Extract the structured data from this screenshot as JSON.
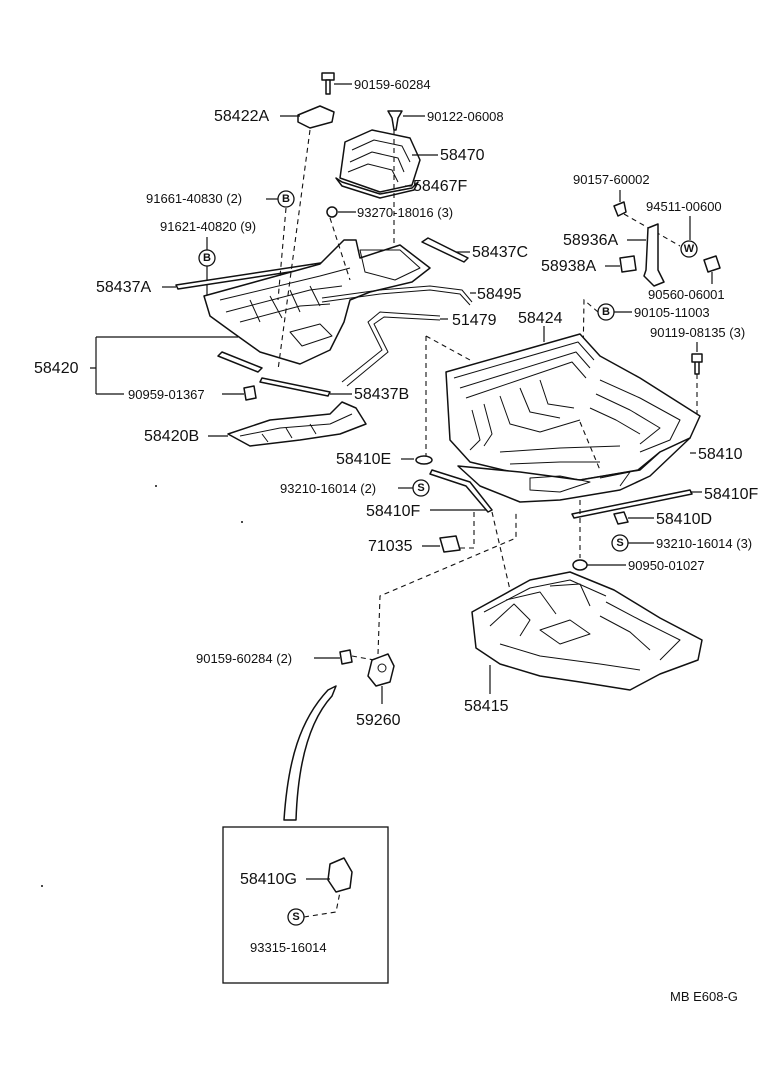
{
  "labels": {
    "p90159_60284": "90159-60284",
    "p58422A": "58422A",
    "p90122_06008": "90122-06008",
    "p58470": "58470",
    "p58467F": "58467F",
    "p91661_40830": "91661-40830 (2)",
    "p93270_18016": "93270-18016 (3)",
    "p91621_40820": "91621-40820 (9)",
    "p58437C": "58437C",
    "p58437A": "58437A",
    "p58495": "58495",
    "p51479": "51479",
    "p58420": "58420",
    "p90959_01367": "90959-01367",
    "p58437B": "58437B",
    "p58420B": "58420B",
    "p90157_60002": "90157-60002",
    "p94511_00600": "94511-00600",
    "p58936A": "58936A",
    "p58938A": "58938A",
    "p90560_06001": "90560-06001",
    "p90105_11003": "90105-11003",
    "p58424": "58424",
    "p90119_08135": "90119-08135 (3)",
    "p58410": "58410",
    "p58410E": "58410E",
    "p93210_16014_2": "93210-16014 (2)",
    "p58410F_left": "58410F",
    "p58410F_right": "58410F",
    "p58410D": "58410D",
    "p93210_16014_3": "93210-16014 (3)",
    "p71035": "71035",
    "p90950_01027": "90950-01027",
    "p90159_60284_2": "90159-60284 (2)",
    "p59260": "59260",
    "p58415": "58415",
    "p58410G": "58410G",
    "p93315_16014": "93315-16014",
    "ref_code": "MB  E608-G"
  },
  "symbols": {
    "B": "B",
    "S": "S",
    "W": "W"
  }
}
